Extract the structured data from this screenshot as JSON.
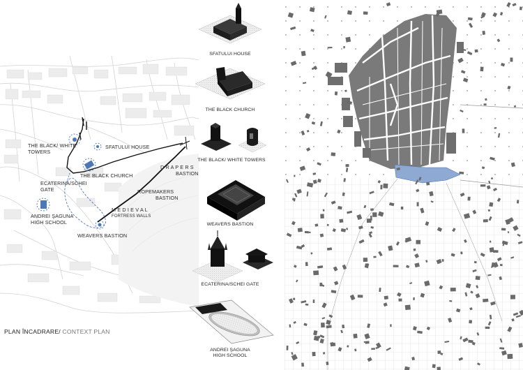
{
  "title": {
    "main": "PLAN ÎNCADRARE/",
    "sub": " CONTEXT PLAN"
  },
  "map_labels": {
    "black_white_towers": [
      "THE BLACK/ WHITE",
      "TOWERS"
    ],
    "sfatului_house": "SFATULUI HOUSE",
    "black_church": "THE BLACK CHURCH",
    "drapers_bastion": [
      "D R A P E R S",
      "BASTION"
    ],
    "ecaterina_gate": [
      "ECATERINA/SCHEI",
      "GATE"
    ],
    "ropemakers_bastion": [
      "ROPEMAKERS",
      "BASTION"
    ],
    "andrei_saguna": [
      "ANDREI ŞAGUNA",
      "HIGH SCHOOL"
    ],
    "medieval_walls": [
      "M E D I E V A L",
      "FORTRESS WALLS"
    ],
    "weavers_bastion": "WEAVERS BASTION"
  },
  "captions": {
    "sfatului": "SFATULUI HOUSE",
    "black_church": "THE BLACK CHURCH",
    "towers": "THE BLACK/ WHITE TOWERS",
    "weavers": "WEAVERS BASTION",
    "ecaterina": "ECATERINA/SCHEI GATE",
    "saguna": [
      "ANDREI ŞAGUNA",
      "HIGH SCHOOL"
    ]
  },
  "colors": {
    "highlight": "#4d77b5",
    "highlight_fill": "#8ea9d2",
    "block": "#6a6a6a",
    "street": "#d6d6d6"
  }
}
